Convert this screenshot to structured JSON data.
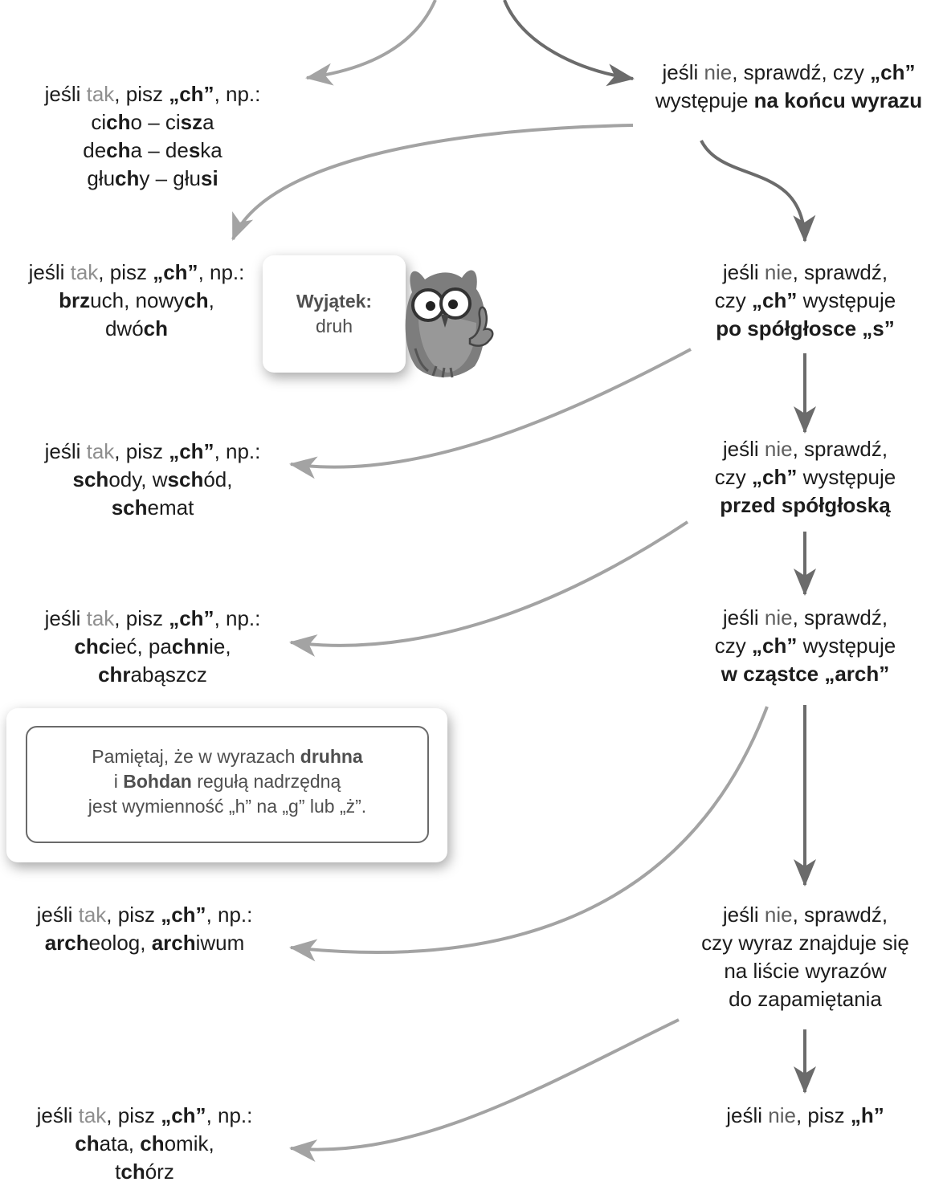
{
  "colors": {
    "arrow": "#a3a3a3",
    "arrow_dark": "#6b6b6b",
    "highlight": "#8f8f8f",
    "text": "#1c1c1c",
    "card_text": "#4f4f4f"
  },
  "right": {
    "r1": {
      "w1": "jeśli ",
      "w2": "nie",
      "w3": ", sprawdź, czy ",
      "w4": "„ch”",
      "l2a": "występuje ",
      "l2b": "na końcu wyrazu"
    },
    "r2": {
      "w1": "jeśli ",
      "w2": "nie",
      "w3": ", sprawdź,",
      "l2a": "czy ",
      "l2b": "„ch”",
      "l2c": " występuje",
      "l3": "po spółgłosce „s”"
    },
    "r3": {
      "w1": "jeśli ",
      "w2": "nie",
      "w3": ", sprawdź,",
      "l2a": "czy ",
      "l2b": "„ch”",
      "l2c": " występuje",
      "l3": "przed spółgłoską"
    },
    "r4": {
      "w1": "jeśli ",
      "w2": "nie",
      "w3": ", sprawdź,",
      "l2a": "czy ",
      "l2b": "„ch”",
      "l2c": " występuje",
      "l3": "w cząstce „arch”"
    },
    "r5": {
      "w1": "jeśli ",
      "w2": "nie",
      "w3": ", sprawdź,",
      "l2": "czy wyraz znajduje się",
      "l3": "na liście wyrazów",
      "l4": "do zapamiętania"
    },
    "r6": {
      "w1": "jeśli ",
      "w2": "nie",
      "w3": ", pisz ",
      "w4": "„h”"
    }
  },
  "left": {
    "lead": {
      "p1": "jeśli ",
      "tak": "tak",
      "p2": ", pisz ",
      "ch": "„ch”",
      "p3": ", np.:"
    },
    "l1": {
      "e1": [
        "ci",
        "ch",
        "o – ci",
        "sz",
        "a"
      ],
      "e2": [
        "de",
        "ch",
        "a – de",
        "s",
        "ka"
      ],
      "e3": [
        "głu",
        "ch",
        "y – głu",
        "si",
        ""
      ]
    },
    "l2": {
      "a": "brz",
      "b": "uch, nowy",
      "c": "ch",
      "d": ",",
      "e": "dwó",
      "f": "ch"
    },
    "l3": {
      "a": "sch",
      "b": "ody, w",
      "c": "sch",
      "d": "ód,",
      "e": "sch",
      "f": "emat"
    },
    "l4": {
      "a": "chc",
      "b": "ieć, pa",
      "c": "chn",
      "d": "ie,",
      "e": "chr",
      "f": "abąszcz"
    },
    "l5": {
      "a": "arch",
      "b": "eolog, ",
      "c": "arch",
      "d": "iwum"
    },
    "l6": {
      "a": "ch",
      "b": "ata, ",
      "c": "ch",
      "d": "omik,",
      "e": "t",
      "f": "ch",
      "g": "órz"
    }
  },
  "exception": {
    "title": "Wyjątek:",
    "word": "druh"
  },
  "note": {
    "l1a": "Pamiętaj, że w wyrazach ",
    "l1b": "druhna",
    "l2a": "i ",
    "l2b": "Bohdan",
    "l2c": " regułą nadrzędną",
    "l3": "jest wymienność „h” na „g” lub „ż”."
  }
}
